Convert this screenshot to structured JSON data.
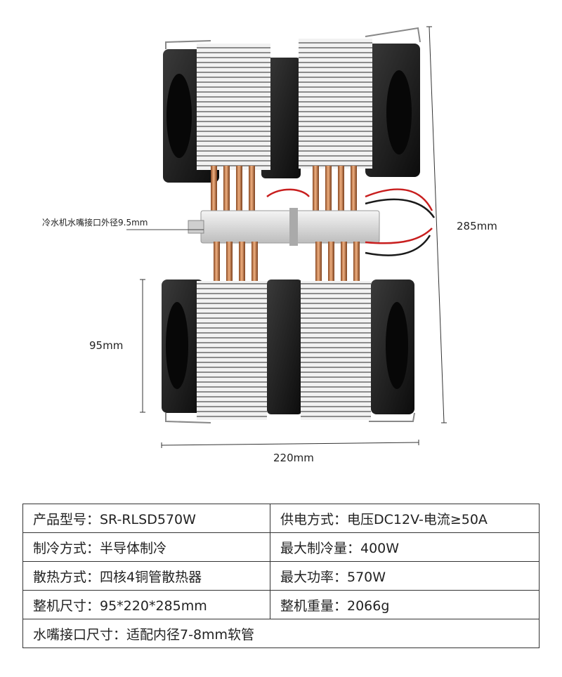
{
  "diagram": {
    "callout_label": "冷水机水嘴接口外径9.5mm",
    "dim_height_total": "285mm",
    "dim_height_unit": "95mm",
    "dim_width": "220mm"
  },
  "specs": [
    {
      "left": "产品型号：SR-RLSD570W",
      "right": "供电方式：电压DC12V-电流≥50A"
    },
    {
      "left": "制冷方式：半导体制冷",
      "right": "最大制冷量：400W"
    },
    {
      "left": "散热方式：四核4铜管散热器",
      "right": "最大功率：570W"
    },
    {
      "left": "整机尺寸：95*220*285mm",
      "right": "整机重量：2066g"
    },
    {
      "full": "水嘴接口尺寸：适配内径7-8mm软管"
    }
  ],
  "colors": {
    "fan_body": "#1a1a1a",
    "copper": "#c87a4a",
    "fin": "#d8d8d8",
    "wire": "#c81e1e"
  }
}
